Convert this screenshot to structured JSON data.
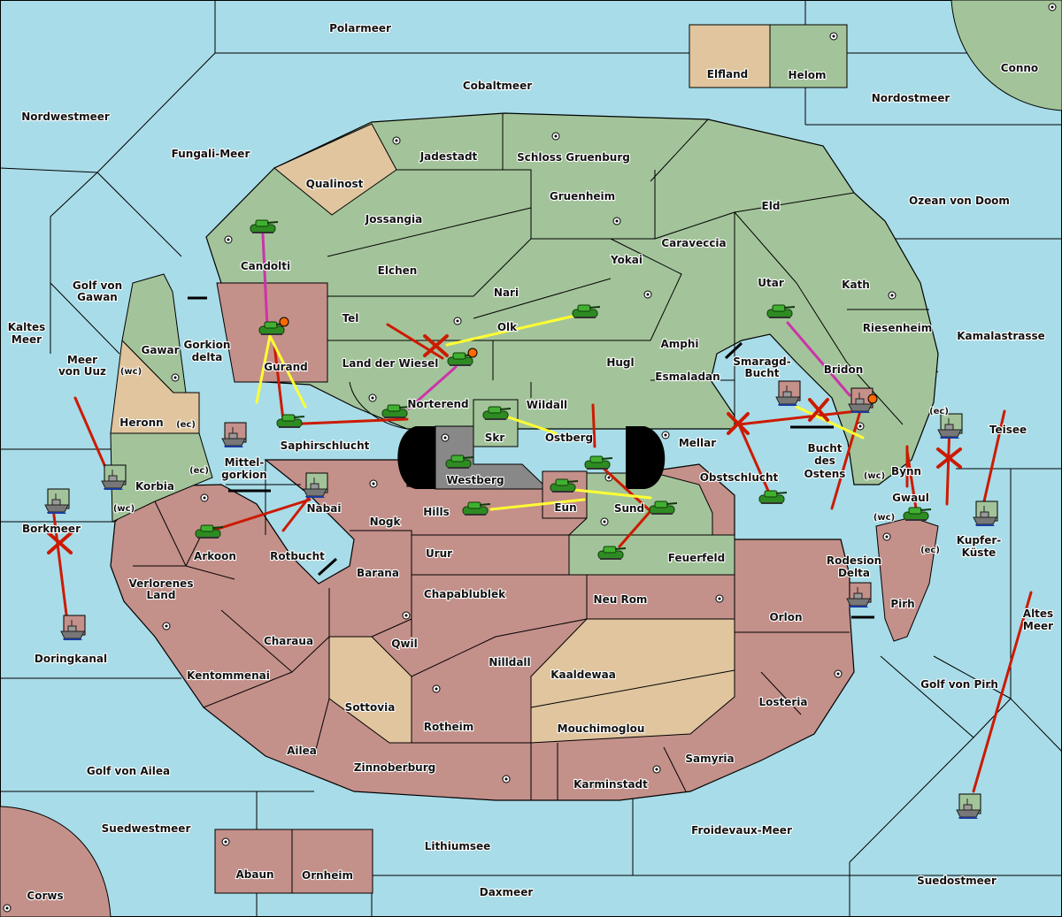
{
  "colors": {
    "sea": "#a8dce8",
    "green_power": "#a3c49a",
    "red_power": "#c4908a",
    "neutral": "#e0c59e",
    "impassable": "#888888",
    "move_order": "#cc1a00",
    "support_order": "#ffff33",
    "convoy_order": "#cc33aa",
    "arrow_black": "#000000"
  },
  "seas": [
    {
      "name": "Polarmeer"
    },
    {
      "name": "Cobaltmeer"
    },
    {
      "name": "Nordwestmeer"
    },
    {
      "name": "Fungali-Meer"
    },
    {
      "name": "Nordostmeer"
    },
    {
      "name": "Ozean von Doom"
    },
    {
      "name": "Golf von Gawan"
    },
    {
      "name": "Kaltes Meer"
    },
    {
      "name": "Meer von Uuz"
    },
    {
      "name": "Gorkion delta"
    },
    {
      "name": "Mittel-gorkion"
    },
    {
      "name": "Borkmeer"
    },
    {
      "name": "Rotbucht"
    },
    {
      "name": "Doringkanal"
    },
    {
      "name": "Golf von Ailea"
    },
    {
      "name": "Suedwestmeer"
    },
    {
      "name": "Lithiumsee"
    },
    {
      "name": "Daxmeer"
    },
    {
      "name": "Froidevaux-Meer"
    },
    {
      "name": "Suedostmeer"
    },
    {
      "name": "Golf von Pirh"
    },
    {
      "name": "Altes Meer"
    },
    {
      "name": "Kupfer-Küste"
    },
    {
      "name": "Teisee"
    },
    {
      "name": "Kamalastrasse"
    },
    {
      "name": "Smaragd-Bucht"
    },
    {
      "name": "Bucht des Ostens"
    },
    {
      "name": "Rodesion Delta"
    }
  ],
  "labels": {
    "polarmeer": "Polarmeer",
    "cobaltmeer": "Cobaltmeer",
    "nordwestmeer": "Nordwestmeer",
    "fungali": "Fungali-Meer",
    "nordostmeer": "Nordostmeer",
    "ozean": "Ozean von Doom",
    "gawan1": "Golf von",
    "gawan2": "Gawan",
    "kaltes1": "Kaltes",
    "kaltes2": "Meer",
    "uuz1": "Meer",
    "uuz2": "von Uuz",
    "gorkion1": "Gorkion",
    "gorkion2": "delta",
    "mittel1": "Mittel-",
    "mittel2": "gorkion",
    "borkmeer": "Borkmeer",
    "rotbucht": "Rotbucht",
    "doringkanal": "Doringkanal",
    "ailea_golf": "Golf von Ailea",
    "suedwestmeer": "Suedwestmeer",
    "lithiumsee": "Lithiumsee",
    "daxmeer": "Daxmeer",
    "froidevaux": "Froidevaux-Meer",
    "suedostmeer": "Suedostmeer",
    "pirh_golf": "Golf von Pirh",
    "altes1": "Altes",
    "altes2": "Meer",
    "kupfer1": "Kupfer-",
    "kupfer2": "Küste",
    "teisee": "Teisee",
    "kamala": "Kamalastrasse",
    "smaragd1": "Smaragd-",
    "smaragd2": "Bucht",
    "bucht1": "Bucht",
    "bucht2": "des",
    "bucht3": "Ostens",
    "rodesion1": "Rodesion",
    "rodesion2": "Delta",
    "elfland": "Elfland",
    "helom": "Helom",
    "conno": "Conno",
    "qualinost": "Qualinost",
    "jadestadt": "Jadestadt",
    "schloss": "Schloss Gruenburg",
    "gruenheim": "Gruenheim",
    "jossangia": "Jossangia",
    "elchen": "Elchen",
    "candolti": "Candolti",
    "eld": "Eld",
    "caraveccia": "Caraveccia",
    "yokai": "Yokai",
    "nari": "Nari",
    "olk": "Olk",
    "tel": "Tel",
    "wiesel": "Land der Wiesel",
    "hugl": "Hugl",
    "amphi": "Amphi",
    "esmaladan": "Esmaladan",
    "utar": "Utar",
    "kath": "Kath",
    "riesenheim": "Riesenheim",
    "bridon": "Bridon",
    "gurand": "Gurand",
    "gawar": "Gawar",
    "heronn": "Heronn",
    "korbia": "Korbia",
    "saphir": "Saphirschlucht",
    "norterend": "Norterend",
    "skr": "Skr",
    "wildall": "Wildall",
    "ostberg": "Ostberg",
    "westberg": "Westberg",
    "mellar": "Mellar",
    "obstschlucht": "Obstschlucht",
    "bynn": "Bynn",
    "gwaul": "Gwaul",
    "pirh": "Pirh",
    "nabai": "Nabai",
    "arkoon": "Arkoon",
    "verlorenes1": "Verlorenes",
    "verlorenes2": "Land",
    "nogk": "Nogk",
    "hills": "Hills",
    "eun": "Eun",
    "sund": "Sund",
    "feuerfeld": "Feuerfeld",
    "urur": "Urur",
    "barana": "Barana",
    "chapa": "Chapablublek",
    "neurom": "Neu Rom",
    "qwil": "Qwil",
    "nilldall": "Nilldall",
    "kaaldewaa": "Kaaldewaa",
    "charaua": "Charaua",
    "kentommenai": "Kentommenai",
    "sottovia": "Sottovia",
    "rotheim": "Rotheim",
    "mouchimoglou": "Mouchimoglou",
    "orlon": "Orlon",
    "losteria": "Losteria",
    "ailea": "Ailea",
    "zinnoberburg": "Zinnoberburg",
    "karminstadt": "Karminstadt",
    "samyria": "Samyria",
    "abaun": "Abaun",
    "ornheim": "Ornheim",
    "corws": "Corws",
    "wc": "(wc)",
    "ec": "(ec)"
  },
  "units": {
    "armies": [
      {
        "region": "Candolti",
        "owner": "green"
      },
      {
        "region": "Gurand",
        "owner": "green",
        "dislodged": true
      },
      {
        "region": "Saphirschlucht",
        "owner": "green"
      },
      {
        "region": "Land der Wiesel",
        "owner": "green",
        "dislodged": true
      },
      {
        "region": "Olk",
        "owner": "green"
      },
      {
        "region": "Norterend",
        "owner": "green"
      },
      {
        "region": "Skr",
        "owner": "green"
      },
      {
        "region": "Westberg",
        "owner": "green"
      },
      {
        "region": "Ostberg",
        "owner": "green"
      },
      {
        "region": "Eun",
        "owner": "green"
      },
      {
        "region": "Hills",
        "owner": "green"
      },
      {
        "region": "Sund",
        "owner": "green"
      },
      {
        "region": "Feuerfeld",
        "owner": "green"
      },
      {
        "region": "Arkoon",
        "owner": "green"
      },
      {
        "region": "Utar",
        "owner": "green"
      },
      {
        "region": "Obstschlucht",
        "owner": "green"
      },
      {
        "region": "Gwaul",
        "owner": "green"
      }
    ],
    "fleets": [
      {
        "region": "Meer von Uuz",
        "owner": "green"
      },
      {
        "region": "Borkmeer",
        "owner": "green"
      },
      {
        "region": "Doringkanal",
        "owner": "red"
      },
      {
        "region": "Mittel-gorkion",
        "owner": "red"
      },
      {
        "region": "Nabai",
        "owner": "green"
      },
      {
        "region": "Smaragd-Bucht",
        "owner": "red"
      },
      {
        "region": "Bridon",
        "owner": "red",
        "dislodged": true
      },
      {
        "region": "Bynn (ec)",
        "owner": "green"
      },
      {
        "region": "Kupfer-Küste",
        "owner": "green"
      },
      {
        "region": "Rodesion Delta",
        "owner": "red"
      },
      {
        "region": "Suedostmeer",
        "owner": "green"
      }
    ]
  }
}
